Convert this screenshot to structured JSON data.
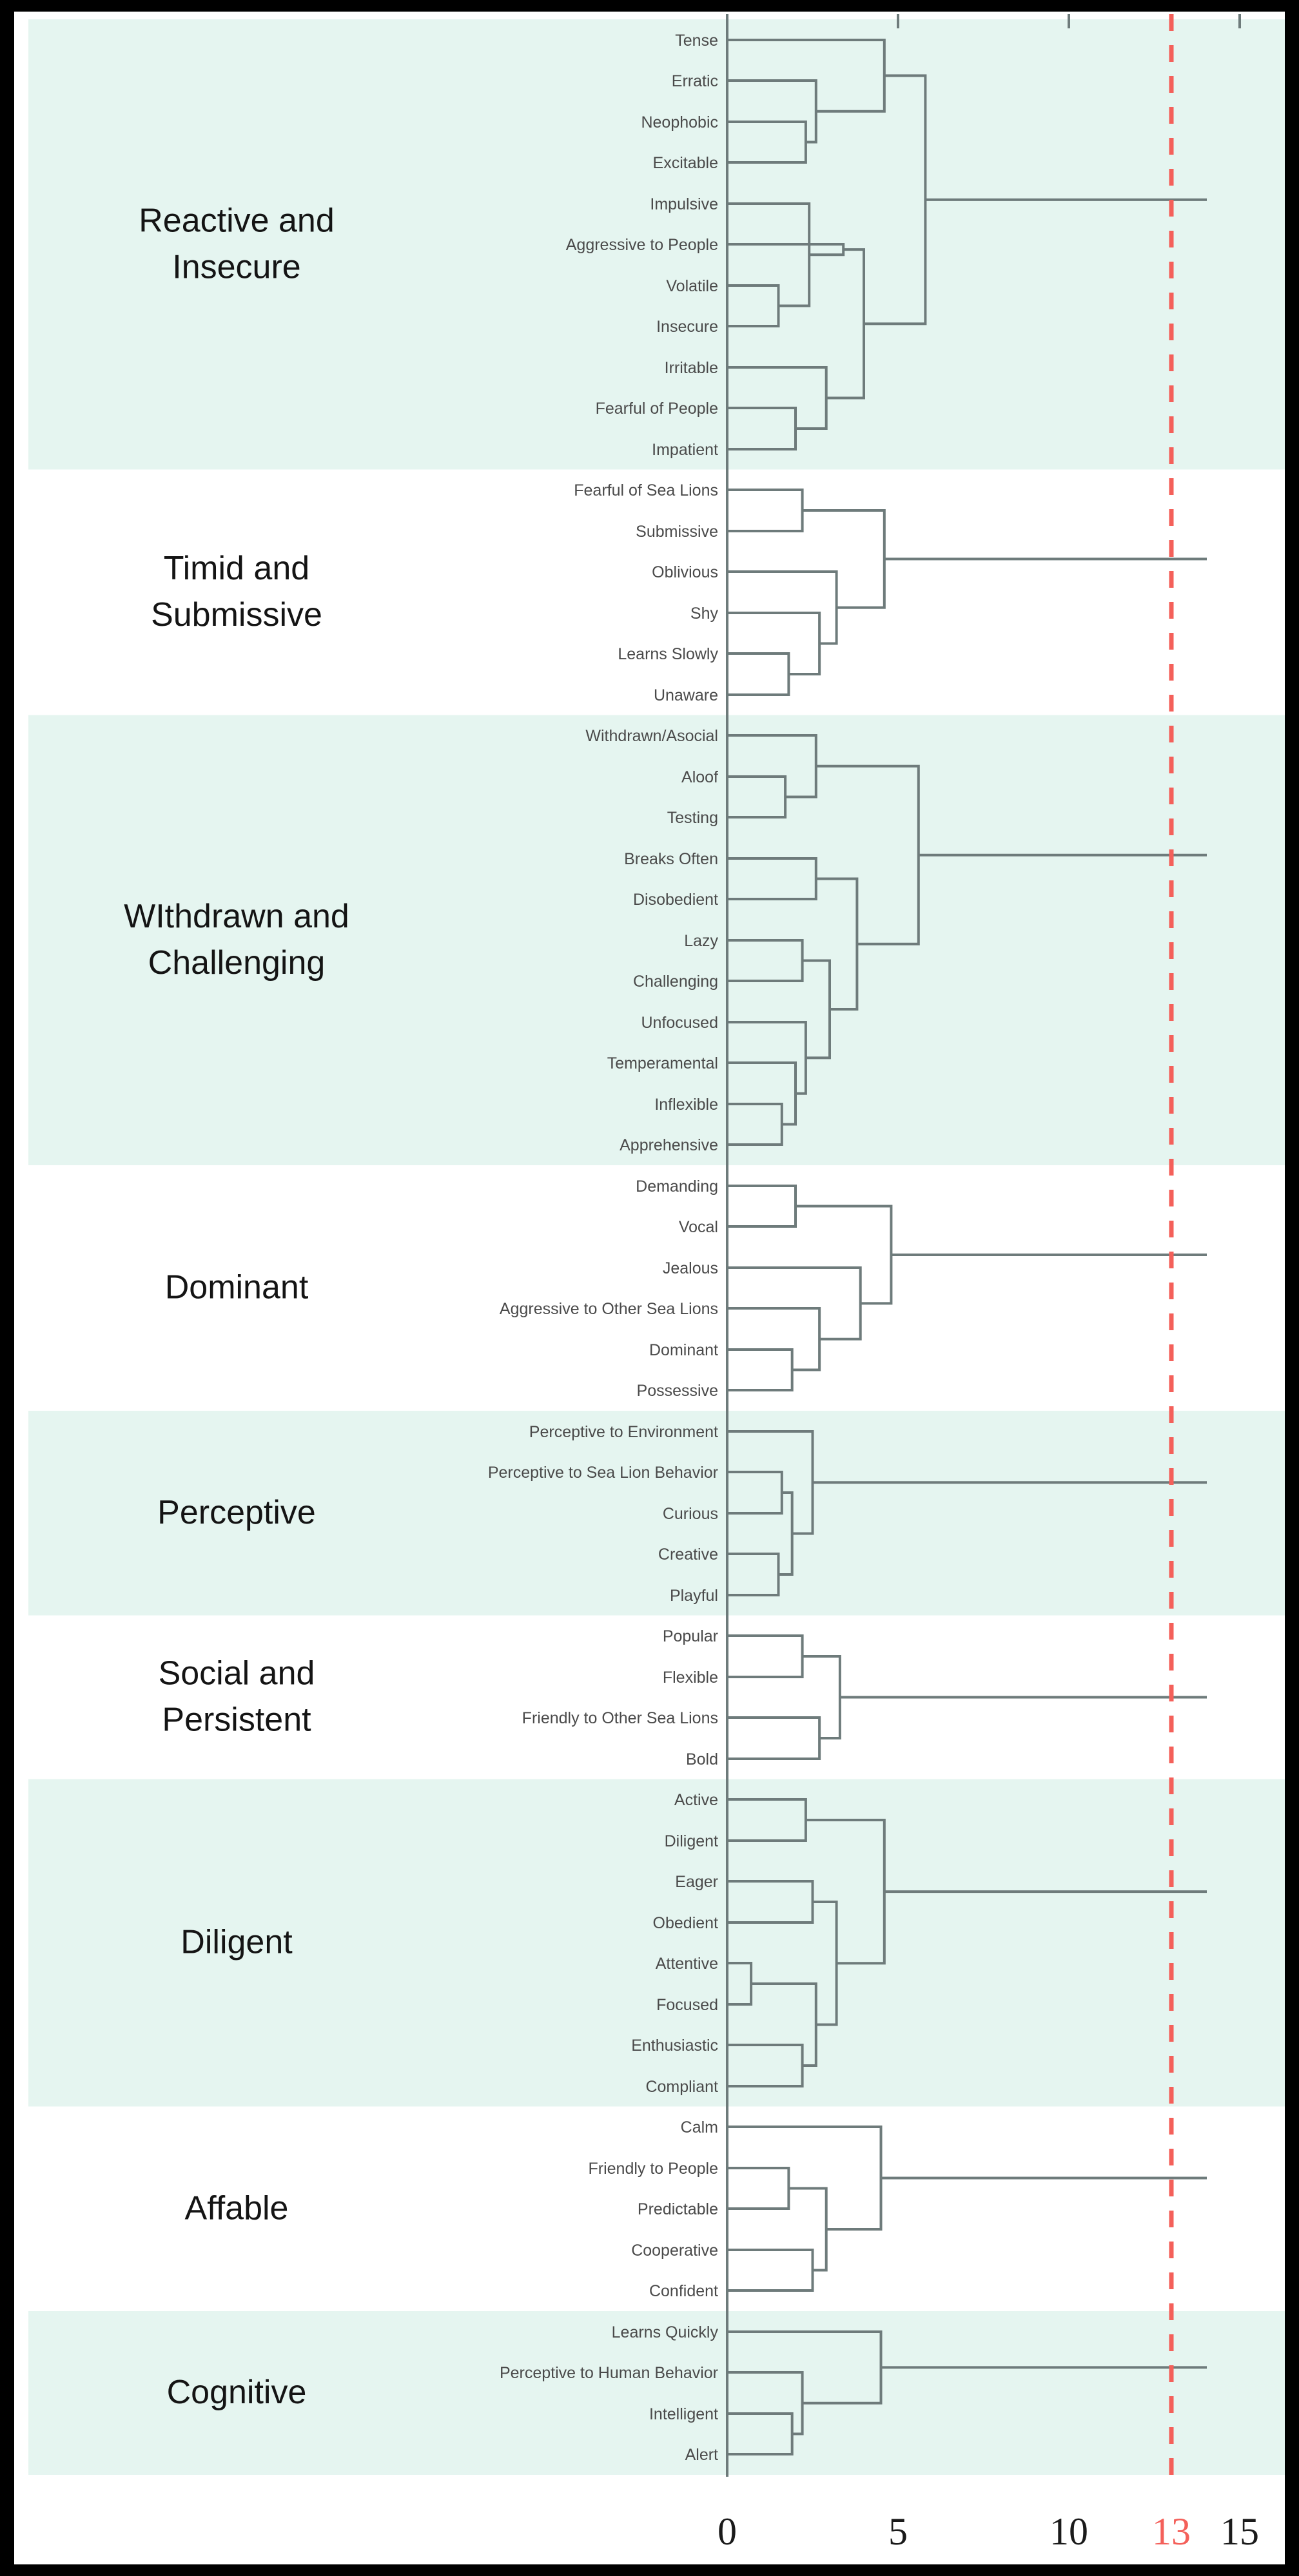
{
  "figure": {
    "type": "dendrogram",
    "orientation": "horizontal-leaves-left",
    "background_band_color": "#e5f5f0",
    "background_alt_color": "#ffffff",
    "link_color": "#6e7b7b",
    "cut_line_color": "#f4605a",
    "cut_line_value": 13
  },
  "axis": {
    "ticks": [
      {
        "label": "0",
        "value": 0
      },
      {
        "label": "5",
        "value": 5
      },
      {
        "label": "10",
        "value": 10
      },
      {
        "label": "13",
        "value": 13
      },
      {
        "label": "15",
        "value": 15
      }
    ],
    "range": [
      0,
      16
    ],
    "highlighted_tick": "13"
  },
  "clusters": [
    {
      "name": "Reactive and Insecure",
      "shaded": true,
      "leaves": [
        "Tense",
        "Erratic",
        "Neophobic",
        "Excitable",
        "Impulsive",
        "Aggressive to People",
        "Volatile",
        "Insecure",
        "Irritable",
        "Fearful of People",
        "Impatient"
      ]
    },
    {
      "name": "Timid and Submissive",
      "shaded": false,
      "leaves": [
        "Fearful of Sea Lions",
        "Submissive",
        "Oblivious",
        "Shy",
        "Learns Slowly",
        "Unaware"
      ]
    },
    {
      "name": "WIthdrawn and Challenging",
      "shaded": true,
      "leaves": [
        "Withdrawn/Asocial",
        "Aloof",
        "Testing",
        "Breaks Often",
        "Disobedient",
        "Lazy",
        "Challenging",
        "Unfocused",
        "Temperamental",
        "Inflexible",
        "Apprehensive"
      ]
    },
    {
      "name": "Dominant",
      "shaded": false,
      "leaves": [
        "Demanding",
        "Vocal",
        "Jealous",
        "Aggressive to Other Sea Lions",
        "Dominant",
        "Possessive"
      ]
    },
    {
      "name": "Perceptive",
      "shaded": true,
      "leaves": [
        "Perceptive to Environment",
        "Perceptive to Sea Lion Behavior",
        "Curious",
        "Creative",
        "Playful"
      ]
    },
    {
      "name": "Social and Persistent",
      "shaded": false,
      "leaves": [
        "Popular",
        "Flexible",
        "Friendly to Other Sea Lions",
        "Bold"
      ]
    },
    {
      "name": "Diligent",
      "shaded": true,
      "leaves": [
        "Active",
        "Diligent",
        "Eager",
        "Obedient",
        "Attentive",
        "Focused",
        "Enthusiastic",
        "Compliant"
      ]
    },
    {
      "name": "Affable",
      "shaded": false,
      "leaves": [
        "Calm",
        "Friendly to People",
        "Predictable",
        "Cooperative",
        "Confident"
      ]
    },
    {
      "name": "Cognitive",
      "shaded": true,
      "leaves": [
        "Learns Quickly",
        "Perceptive to Human Behavior",
        "Intelligent",
        "Alert"
      ]
    }
  ],
  "chart_data": {
    "type": "dendrogram",
    "title": "",
    "xlabel": "",
    "ylabel": "",
    "xlim": [
      0,
      16
    ],
    "grid": false,
    "cut_height": 13,
    "n_leaves": 60,
    "n_clusters": 9,
    "leaf_order": [
      "Tense",
      "Erratic",
      "Neophobic",
      "Excitable",
      "Impulsive",
      "Aggressive to People",
      "Volatile",
      "Insecure",
      "Irritable",
      "Fearful of People",
      "Impatient",
      "Fearful of Sea Lions",
      "Submissive",
      "Oblivious",
      "Shy",
      "Learns Slowly",
      "Unaware",
      "Withdrawn/Asocial",
      "Aloof",
      "Testing",
      "Breaks Often",
      "Disobedient",
      "Lazy",
      "Challenging",
      "Unfocused",
      "Temperamental",
      "Inflexible",
      "Apprehensive",
      "Demanding",
      "Vocal",
      "Jealous",
      "Aggressive to Other Sea Lions",
      "Dominant",
      "Possessive",
      "Perceptive to Environment",
      "Perceptive to Sea Lion Behavior",
      "Curious",
      "Creative",
      "Playful",
      "Popular",
      "Flexible",
      "Friendly to Other Sea Lions",
      "Bold",
      "Active",
      "Diligent",
      "Eager",
      "Obedient",
      "Attentive",
      "Focused",
      "Enthusiastic",
      "Compliant",
      "Calm",
      "Friendly to People",
      "Predictable",
      "Cooperative",
      "Confident",
      "Learns Quickly",
      "Perceptive to Human Behavior",
      "Intelligent",
      "Alert"
    ],
    "merges": [
      {
        "cluster": "Reactive and Insecure",
        "a": "Neophobic",
        "b": "Excitable",
        "height": 2.3
      },
      {
        "cluster": "Reactive and Insecure",
        "a": "Erratic",
        "b": "(Neophobic,Excitable)",
        "height": 2.6
      },
      {
        "cluster": "Reactive and Insecure",
        "a": "Tense",
        "b": "(Erratic,Neophobic,Excitable)",
        "height": 4.6
      },
      {
        "cluster": "Reactive and Insecure",
        "a": "Volatile",
        "b": "Insecure",
        "height": 1.5
      },
      {
        "cluster": "Reactive and Insecure",
        "a": "Impulsive",
        "b": "(Volatile,Insecure)",
        "height": 2.4
      },
      {
        "cluster": "Reactive and Insecure",
        "a": "Aggressive to People",
        "b": "(Impulsive,Volatile,Insecure)",
        "height": 3.4
      },
      {
        "cluster": "Reactive and Insecure",
        "a": "Fearful of People",
        "b": "Impatient",
        "height": 2.0
      },
      {
        "cluster": "Reactive and Insecure",
        "a": "Irritable",
        "b": "(Fearful of People,Impatient)",
        "height": 2.9
      },
      {
        "cluster": "Reactive and Insecure",
        "a": "(Aggressive block)",
        "b": "(Irritable block)",
        "height": 4.0
      },
      {
        "cluster": "Reactive and Insecure",
        "a": "(Tense block)",
        "b": "(lower block)",
        "height": 5.8,
        "root": true
      },
      {
        "cluster": "Timid and Submissive",
        "a": "Fearful of Sea Lions",
        "b": "Submissive",
        "height": 2.2
      },
      {
        "cluster": "Timid and Submissive",
        "a": "Learns Slowly",
        "b": "Unaware",
        "height": 1.8
      },
      {
        "cluster": "Timid and Submissive",
        "a": "Shy",
        "b": "(Learns Slowly,Unaware)",
        "height": 2.7
      },
      {
        "cluster": "Timid and Submissive",
        "a": "Oblivious",
        "b": "(Shy block)",
        "height": 3.2
      },
      {
        "cluster": "Timid and Submissive",
        "a": "(Fearful,Submissive)",
        "b": "(Oblivious block)",
        "height": 4.6,
        "root": true
      },
      {
        "cluster": "WIthdrawn and Challenging",
        "a": "Aloof",
        "b": "Testing",
        "height": 1.7
      },
      {
        "cluster": "WIthdrawn and Challenging",
        "a": "Withdrawn/Asocial",
        "b": "(Aloof,Testing)",
        "height": 2.6
      },
      {
        "cluster": "WIthdrawn and Challenging",
        "a": "Breaks Often",
        "b": "Disobedient",
        "height": 2.6
      },
      {
        "cluster": "WIthdrawn and Challenging",
        "a": "Lazy",
        "b": "Challenging",
        "height": 2.2
      },
      {
        "cluster": "WIthdrawn and Challenging",
        "a": "Inflexible",
        "b": "Apprehensive",
        "height": 1.6
      },
      {
        "cluster": "WIthdrawn and Challenging",
        "a": "Temperamental",
        "b": "(Inflexible,Apprehensive)",
        "height": 2.0
      },
      {
        "cluster": "WIthdrawn and Challenging",
        "a": "Unfocused",
        "b": "(Temperamental block)",
        "height": 2.3
      },
      {
        "cluster": "WIthdrawn and Challenging",
        "a": "(Lazy,Challenging)",
        "b": "(Unfocused block)",
        "height": 3.0
      },
      {
        "cluster": "WIthdrawn and Challenging",
        "a": "(Breaks Often,Disobedient)",
        "b": "(Lazy block)",
        "height": 3.8
      },
      {
        "cluster": "WIthdrawn and Challenging",
        "a": "(Withdrawn block)",
        "b": "(Breaks Often block)",
        "height": 5.6,
        "root": true
      },
      {
        "cluster": "Dominant",
        "a": "Demanding",
        "b": "Vocal",
        "height": 2.0
      },
      {
        "cluster": "Dominant",
        "a": "Dominant",
        "b": "Possessive",
        "height": 1.9
      },
      {
        "cluster": "Dominant",
        "a": "Aggressive to Other Sea Lions",
        "b": "(Dominant,Possessive)",
        "height": 2.7
      },
      {
        "cluster": "Dominant",
        "a": "Jealous",
        "b": "(Aggressive block)",
        "height": 3.9
      },
      {
        "cluster": "Dominant",
        "a": "(Demanding,Vocal)",
        "b": "(Jealous block)",
        "height": 4.8,
        "root": true
      },
      {
        "cluster": "Perceptive",
        "a": "Creative",
        "b": "Playful",
        "height": 1.5
      },
      {
        "cluster": "Perceptive",
        "a": "Perceptive to Sea Lion Behavior",
        "b": "Curious",
        "height": 1.6
      },
      {
        "cluster": "Perceptive",
        "a": "(PSLB,Curious)",
        "b": "(Creative,Playful)",
        "height": 1.9
      },
      {
        "cluster": "Perceptive",
        "a": "Perceptive to Environment",
        "b": "(rest)",
        "height": 2.5,
        "root": true
      },
      {
        "cluster": "Social and Persistent",
        "a": "Popular",
        "b": "Flexible",
        "height": 2.2
      },
      {
        "cluster": "Social and Persistent",
        "a": "Friendly to Other Sea Lions",
        "b": "Bold",
        "height": 2.7
      },
      {
        "cluster": "Social and Persistent",
        "a": "(Popular,Flexible)",
        "b": "(Friendly,Bold)",
        "height": 3.3,
        "root": true
      },
      {
        "cluster": "Diligent",
        "a": "Active",
        "b": "Diligent",
        "height": 2.3
      },
      {
        "cluster": "Diligent",
        "a": "Eager",
        "b": "Obedient",
        "height": 2.5
      },
      {
        "cluster": "Diligent",
        "a": "Attentive",
        "b": "Focused",
        "height": 0.7
      },
      {
        "cluster": "Diligent",
        "a": "Enthusiastic",
        "b": "Compliant",
        "height": 2.2
      },
      {
        "cluster": "Diligent",
        "a": "(Attentive,Focused)",
        "b": "(Enthusiastic,Compliant)",
        "height": 2.6
      },
      {
        "cluster": "Diligent",
        "a": "(Eager,Obedient)",
        "b": "(Attentive block)",
        "height": 3.2
      },
      {
        "cluster": "Diligent",
        "a": "(Active,Diligent)",
        "b": "(Eager block)",
        "height": 4.6,
        "root": true
      },
      {
        "cluster": "Affable",
        "a": "Friendly to People",
        "b": "Predictable",
        "height": 1.8
      },
      {
        "cluster": "Affable",
        "a": "Cooperative",
        "b": "Confident",
        "height": 2.5
      },
      {
        "cluster": "Affable",
        "a": "(Friendly,Predictable)",
        "b": "(Cooperative,Confident)",
        "height": 2.9
      },
      {
        "cluster": "Affable",
        "a": "Calm",
        "b": "(rest)",
        "height": 4.5,
        "root": true
      },
      {
        "cluster": "Cognitive",
        "a": "Intelligent",
        "b": "Alert",
        "height": 1.9
      },
      {
        "cluster": "Cognitive",
        "a": "Perceptive to Human Behavior",
        "b": "(Intelligent,Alert)",
        "height": 2.2
      },
      {
        "cluster": "Cognitive",
        "a": "Learns Quickly",
        "b": "(PHB block)",
        "height": 4.5,
        "root": true
      }
    ]
  }
}
